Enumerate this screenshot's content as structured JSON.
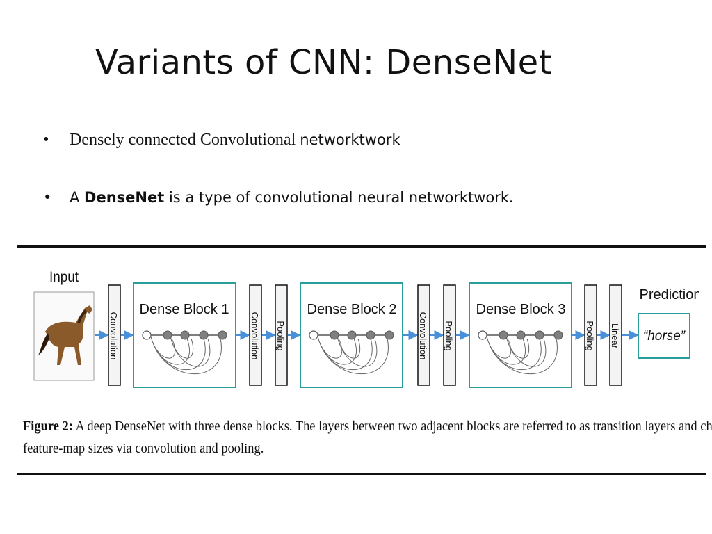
{
  "slide": {
    "title": "Variants of CNN: DenseNet",
    "bullets": [
      {
        "marker": "•",
        "text": "Densely connected Convolutional ",
        "tail": "networktwork"
      },
      {
        "marker": "•",
        "pre": "A ",
        "bold": "DenseNet",
        "post": " is a type of convolutional neural networktwork",
        "tail": "."
      }
    ]
  },
  "figure": {
    "input_label": "Input",
    "prediction_label": "Prediction",
    "prediction_value": "“horse”",
    "blocks": [
      "Dense Block 1",
      "Dense Block 2",
      "Dense Block 3"
    ],
    "layers": [
      "Convolution",
      "Convolution",
      "Pooling",
      "Convolution",
      "Pooling",
      "Pooling",
      "Linear"
    ],
    "caption_label": "Figure 2:",
    "caption_line1": " A deep DenseNet with three dense blocks. The layers between two adjacent blocks are referred to as transition layers and change",
    "caption_line2": "feature-map sizes via convolution and pooling."
  },
  "colors": {
    "block_border": "#2a9d9d",
    "arrow": "#4a90d9",
    "node_fill": "#808080",
    "layer_fill": "#f4f4f4"
  }
}
